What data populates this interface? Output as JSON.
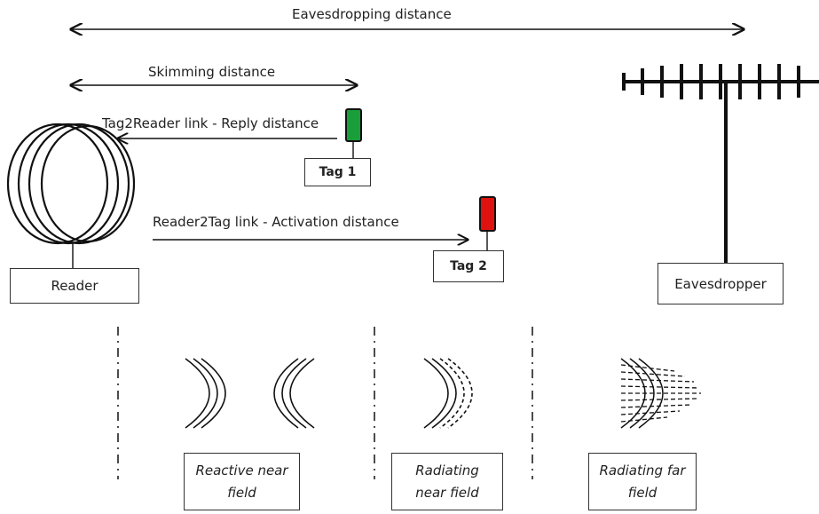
{
  "distances": {
    "eavesdropping": "Eavesdropping distance",
    "skimming": "Skimming distance",
    "reply": "Tag2Reader link - Reply distance",
    "activation": "Reader2Tag link - Activation distance"
  },
  "devices": {
    "reader": "Reader",
    "tag1": "Tag 1",
    "tag2": "Tag 2",
    "eavesdropper": "Eavesdropper"
  },
  "fields": {
    "reactive_near": {
      "line1": "Reactive near",
      "line2": "field"
    },
    "radiating_near": {
      "line1": "Radiating",
      "line2": "near field"
    },
    "radiating_far": {
      "line1": "Radiating far",
      "line2": "field"
    }
  },
  "colors": {
    "tag1_led": "#1a9e3a",
    "tag2_led": "#e0120f",
    "stroke": "#111111"
  }
}
